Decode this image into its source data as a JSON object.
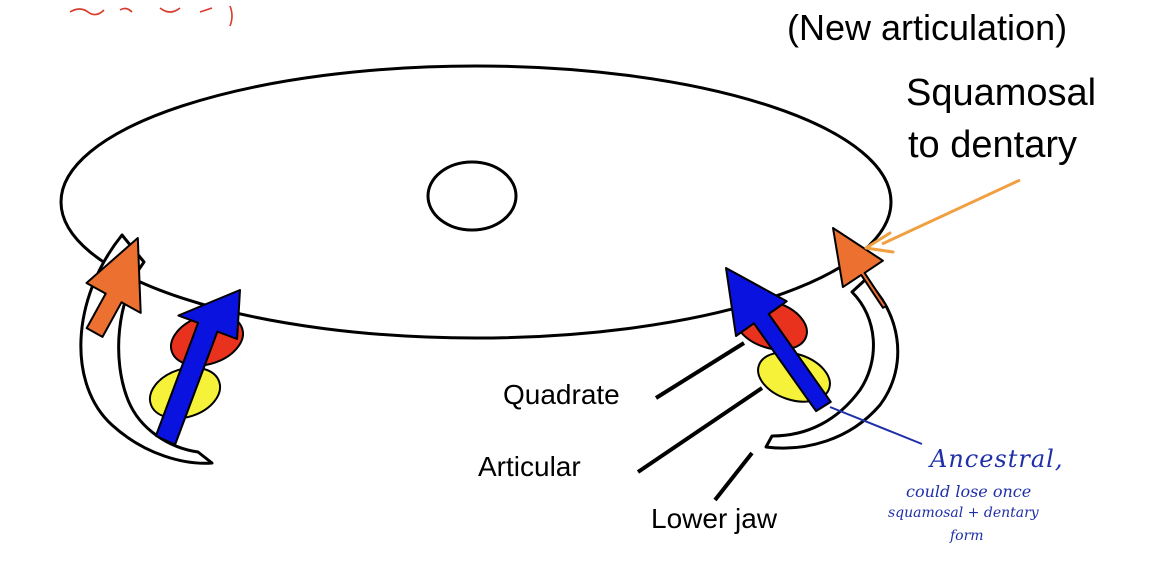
{
  "labels": {
    "new_articulation": "(New articulation)",
    "squamosal": "Squamosal",
    "to_dentary": "to dentary",
    "quadrate": "Quadrate",
    "articular": "Articular",
    "lower_jaw": "Lower jaw"
  },
  "annotation": {
    "ancestral": "Ancestral,",
    "line1": "could lose once",
    "line2": "squamosal + dentary",
    "line3": "form"
  },
  "colors": {
    "quadrate": "#e8321e",
    "articular": "#f6f23a",
    "ancestral_arrow": "#0a12e0",
    "new_arrow": "#ec7030",
    "pointer_arrow": "#f0a040",
    "ink": "#1f2fa8",
    "red_scribble": "#d83a2a"
  }
}
